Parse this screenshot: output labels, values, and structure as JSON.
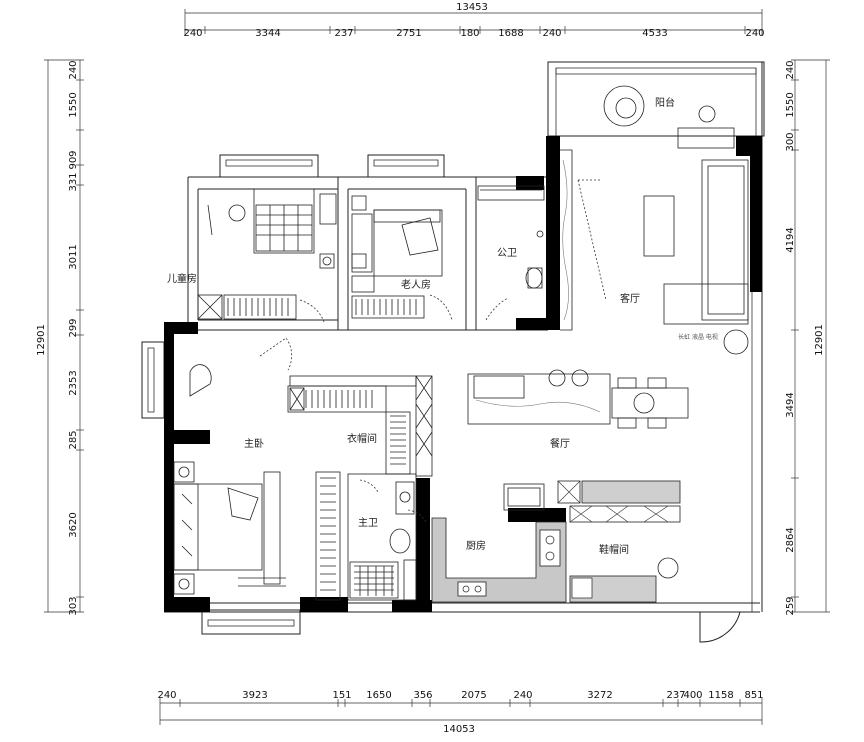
{
  "dimensions": {
    "top_total": "13453",
    "top": [
      "240",
      "3344",
      "237",
      "2751",
      "180",
      "1688",
      "240",
      "4533",
      "240"
    ],
    "bottom_total": "14053",
    "bottom": [
      "240",
      "3923",
      "151",
      "1650",
      "356",
      "2075",
      "240",
      "3272",
      "237",
      "400",
      "1158",
      "851"
    ],
    "left_total": "12901",
    "left": [
      "240",
      "1550",
      "909",
      "331",
      "3011",
      "299",
      "2353",
      "285",
      "3620",
      "303"
    ],
    "right_total": "12901",
    "right": [
      "240",
      "1550",
      "300",
      "4194",
      "3494",
      "2864",
      "259"
    ]
  },
  "rooms": {
    "balcony": "阳台",
    "living_room": "客厅",
    "public_bath": "公卫",
    "elder_room": "老人房",
    "child_room": "儿童房",
    "master_bedroom": "主卧",
    "cloakroom": "衣帽间",
    "dining_room": "餐厅",
    "master_bath": "主卫",
    "kitchen": "厨房",
    "shoe_room": "鞋帽间"
  },
  "annotations": {
    "tv_wall": "长虹 液晶 电视"
  },
  "colors": {
    "wall": "#000000",
    "line": "#222222",
    "kitchen_fill": "#c8c8c8",
    "shoe_cabinet_fill": "#cfcfcf"
  }
}
